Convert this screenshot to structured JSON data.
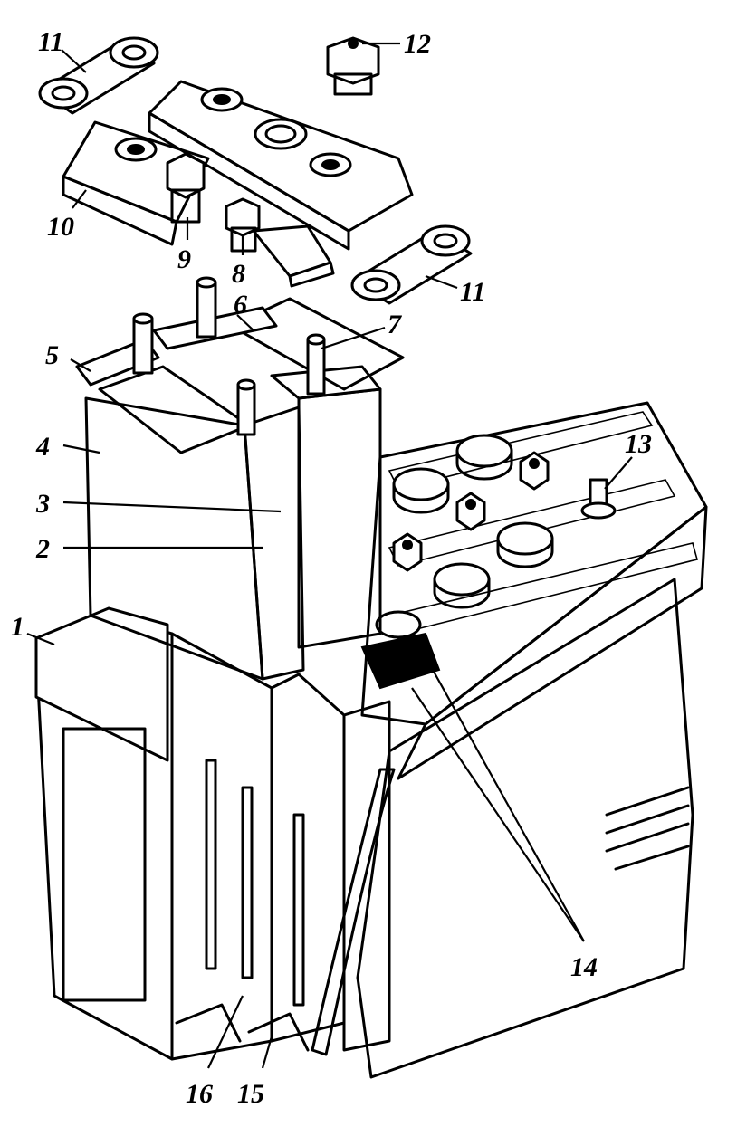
{
  "figure": {
    "callouts": {
      "c1": "1",
      "c2": "2",
      "c3": "3",
      "c4": "4",
      "c5": "5",
      "c6": "6",
      "c7": "7",
      "c8": "8",
      "c9": "9",
      "c10": "10",
      "c11a": "11",
      "c11b": "11",
      "c12": "12",
      "c13": "13",
      "c14": "14",
      "c15": "15",
      "c16": "16"
    }
  }
}
